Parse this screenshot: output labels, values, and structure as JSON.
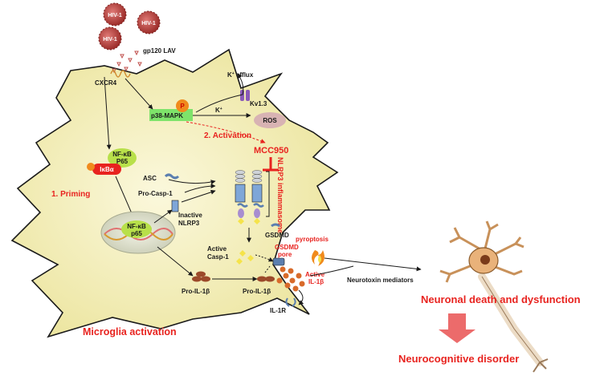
{
  "virus": {
    "label": "HIV-1",
    "protein_label": "gp120 LAV"
  },
  "receptor": {
    "cxcr4": "CXCR4"
  },
  "signaling": {
    "p38": "p38-MAPK",
    "p_badge": "P",
    "k_efflux": "K",
    "k_efflux_rest": " efflux",
    "k_ion": "K",
    "kv13": "Kv1.3",
    "ros": "ROS",
    "activation": "2. Activation",
    "inhibitor": "MCC950"
  },
  "priming": {
    "nfkb": "NF-κB",
    "p65": "P65",
    "ikba": "IκBα",
    "label": "1. Priming",
    "nucleus_nfkb": "NF-κB",
    "nucleus_p65": "p65"
  },
  "inflammasome": {
    "asc": "ASC",
    "pro_casp1": "Pro-Casp-1",
    "inactive": "Inactive",
    "nlrp3": "NLRP3",
    "complex_label": "NLRP3 inflammasome",
    "gsdmd": "GSDMD",
    "active": "Active",
    "casp1": "Casp-1",
    "gsdmd_pore_1": "GSDMD",
    "gsdmd_pore_2": "pore",
    "pyroptosis": "pyroptosis"
  },
  "cytokine": {
    "pro_il1b_left": "Pro-IL-1β",
    "pro_il1b_right": "Pro-IL-1β",
    "active": "Active",
    "il1b": "IL-1β",
    "il1r": "IL-1R"
  },
  "outcome": {
    "mediators": "Neurotoxin mediators",
    "microglia": "Microglia activation",
    "neuronal": "Neuronal death and dysfunction",
    "disorder": "Neurocognitive disorder"
  },
  "colors": {
    "cell_fill": "#f4efbf",
    "cell_edge": "#1a1a1a",
    "accent_red": "#e8231f",
    "virus": "#c0504d",
    "neuron_body": "#e9b27a",
    "p38_box": "#7ee36a",
    "nucleus": "#d9dcc8",
    "arrow_block": "#ec6b6b"
  }
}
